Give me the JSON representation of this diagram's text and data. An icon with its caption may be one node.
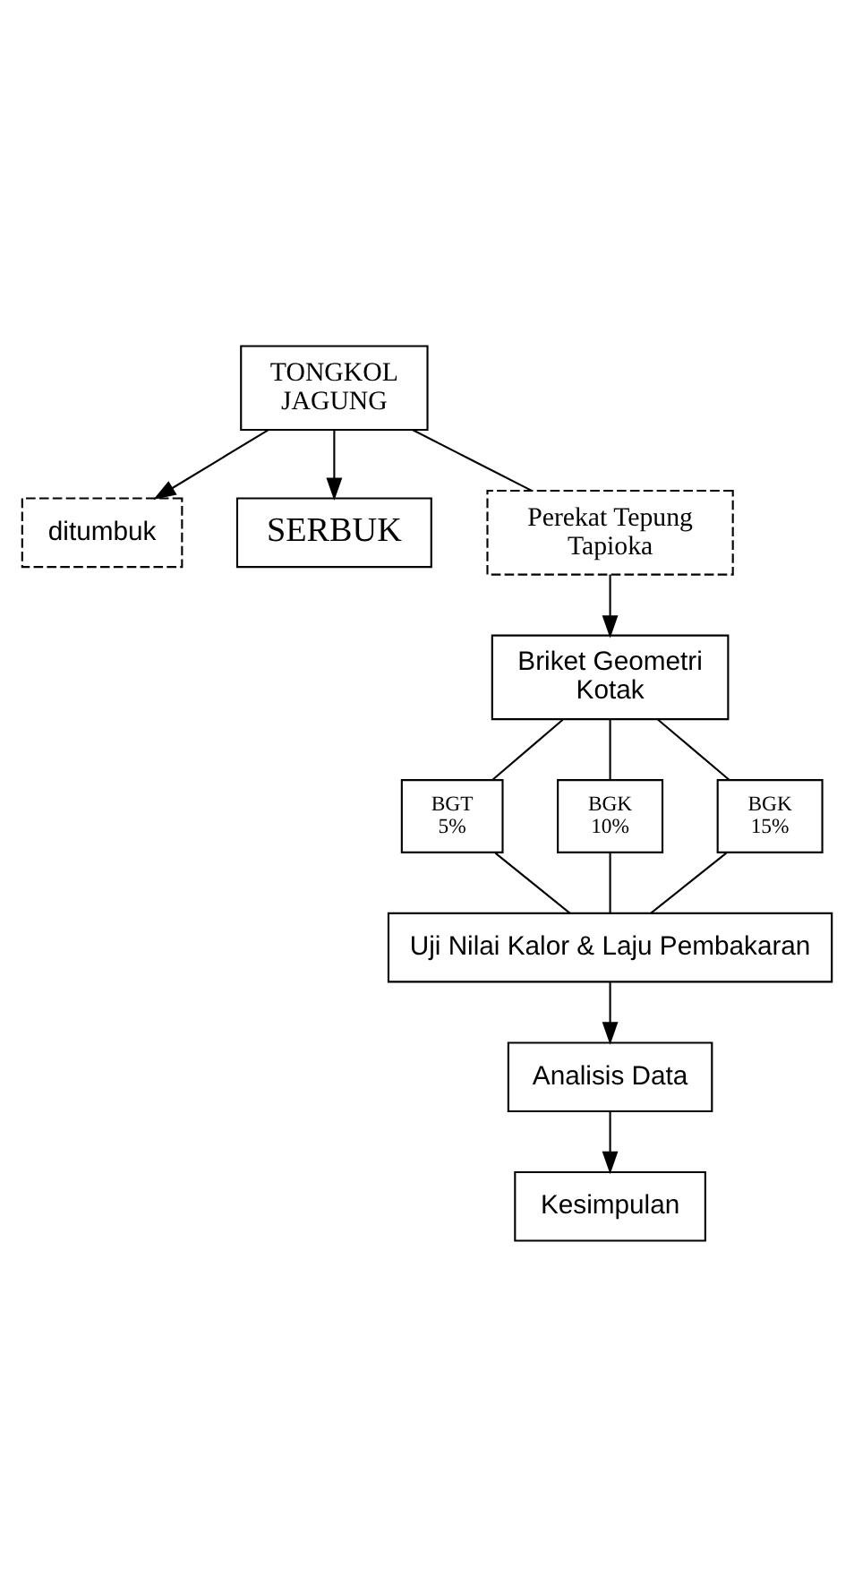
{
  "diagram": {
    "nodes": [
      {
        "text": [
          "TONGKOL JAGUNG"
        ]
      },
      {
        "text": [
          "ditumbuk"
        ]
      },
      {
        "text": [
          "SERBUK"
        ]
      },
      {
        "text": [
          "Perekat Tepung Tapioka"
        ]
      },
      {
        "text": [
          "Briket Geometri Kotak"
        ]
      },
      {
        "text": [
          "BGT 5%"
        ]
      },
      {
        "text": [
          "BGK 10%"
        ]
      },
      {
        "text": [
          "BGK 15%"
        ]
      },
      {
        "text": [
          "Uji Nilai Kalor & Laju Pembakaran"
        ]
      },
      {
        "text": [
          "Analisis Data"
        ]
      },
      {
        "text": [
          "Kesimpulan"
        ]
      }
    ],
    "edges": [
      {
        "from": 0,
        "to": 1,
        "arrow": "to"
      },
      {
        "from": 0,
        "to": 2,
        "arrow": "to"
      },
      {
        "from": 0,
        "to": 3,
        "arrow": "none"
      },
      {
        "from": 3,
        "to": 4,
        "arrow": "to"
      },
      {
        "from": 4,
        "to": 5,
        "arrow": "none"
      },
      {
        "from": 4,
        "to": 6,
        "arrow": "none"
      },
      {
        "from": 4,
        "to": 7,
        "arrow": "none"
      },
      {
        "from": 5,
        "to": 8,
        "arrow": "none"
      },
      {
        "from": 6,
        "to": 8,
        "arrow": "none"
      },
      {
        "from": 7,
        "to": 8,
        "arrow": "none"
      },
      {
        "from": 8,
        "to": 9,
        "arrow": "to"
      },
      {
        "from": 9,
        "to": 10,
        "arrow": "to"
      }
    ]
  }
}
